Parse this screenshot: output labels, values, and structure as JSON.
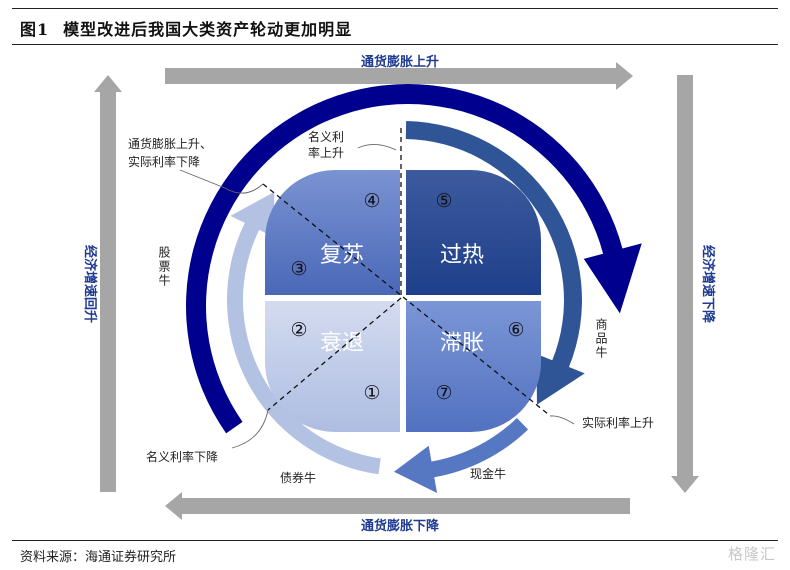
{
  "title": {
    "figure": "图1",
    "text": "模型改进后我国大类资产轮动更加明显"
  },
  "axes": {
    "top": "通货膨胀上升",
    "bottom": "通货膨胀下降",
    "left": "经济增速回升",
    "right": "经济增速下降"
  },
  "quadrants": {
    "top_left": "复苏",
    "top_right": "过热",
    "bottom_left": "衰退",
    "bottom_right": "滞胀"
  },
  "stages": [
    "①",
    "②",
    "③",
    "④",
    "⑤",
    "⑥",
    "⑦"
  ],
  "labels": {
    "nominal_up_1": "名义利",
    "nominal_up_2": "率上升",
    "infl_up_real_down_1": "通货膨胀上升、",
    "infl_up_real_down_2": "实际利率下降",
    "stock_bull": "股票牛",
    "commodity_bull": "商品牛",
    "real_rate_up": "实际利率上升",
    "cash_bull": "现金牛",
    "bond_bull": "债券牛",
    "nominal_down": "名义利率下降"
  },
  "colors": {
    "outer_arc": "#00008f",
    "overheat_arc": "#2f5597",
    "cash_arc": "#5677c2",
    "recovery_arc": "#b3c2e2",
    "axis_arrow": "#a6a6a6"
  },
  "source": "资料来源：海通证券研究所",
  "watermark": "格隆汇"
}
